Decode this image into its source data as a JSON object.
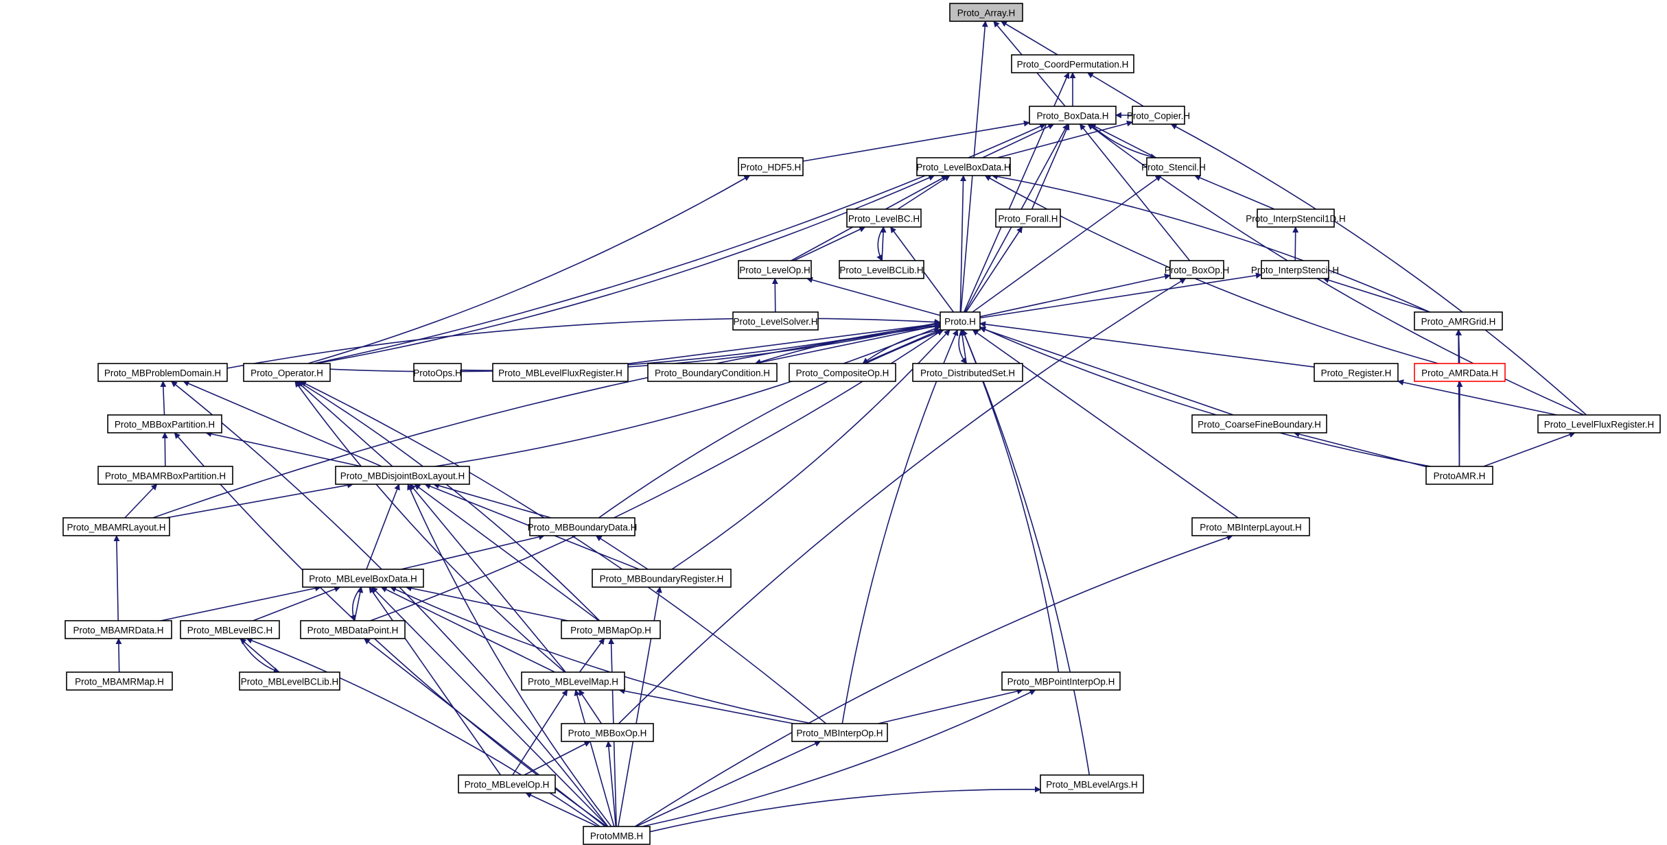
{
  "title": "Proto_Array.H include dependency graph",
  "colors": {
    "edge": "#191970",
    "root_fill": "#bfbfbf",
    "highlight_border": "#ff0000",
    "node_border": "#000000"
  },
  "nodes": [
    {
      "id": "array",
      "label": "Proto_Array.H",
      "type": "root"
    },
    {
      "id": "coordperm",
      "label": "Proto_CoordPermutation.H"
    },
    {
      "id": "boxdata",
      "label": "Proto_BoxData.H"
    },
    {
      "id": "copier",
      "label": "Proto_Copier.H"
    },
    {
      "id": "hdf5",
      "label": "Proto_HDF5.H"
    },
    {
      "id": "levelboxdata",
      "label": "Proto_LevelBoxData.H"
    },
    {
      "id": "stencil",
      "label": "Proto_Stencil.H"
    },
    {
      "id": "levelbc",
      "label": "Proto_LevelBC.H"
    },
    {
      "id": "forall",
      "label": "Proto_Forall.H"
    },
    {
      "id": "interpstencil1d",
      "label": "Proto_InterpStencil1D.H"
    },
    {
      "id": "levelop",
      "label": "Proto_LevelOp.H"
    },
    {
      "id": "levelbclib",
      "label": "Proto_LevelBCLib.H"
    },
    {
      "id": "boxop",
      "label": "Proto_BoxOp.H"
    },
    {
      "id": "interpstencil",
      "label": "Proto_InterpStencil.H"
    },
    {
      "id": "levelsolver",
      "label": "Proto_LevelSolver.H"
    },
    {
      "id": "proto",
      "label": "Proto.H"
    },
    {
      "id": "amrgrid",
      "label": "Proto_AMRGrid.H"
    },
    {
      "id": "mbproblemdomain",
      "label": "Proto_MBProblemDomain.H"
    },
    {
      "id": "operator",
      "label": "Proto_Operator.H"
    },
    {
      "id": "protoops",
      "label": "ProtoOps.H"
    },
    {
      "id": "mblevelfluxregister",
      "label": "Proto_MBLevelFluxRegister.H"
    },
    {
      "id": "boundarycondition",
      "label": "Proto_BoundaryCondition.H"
    },
    {
      "id": "compositeop",
      "label": "Proto_CompositeOp.H"
    },
    {
      "id": "distributedset",
      "label": "Proto_DistributedSet.H"
    },
    {
      "id": "register",
      "label": "Proto_Register.H"
    },
    {
      "id": "amrdata",
      "label": "Proto_AMRData.H",
      "type": "highlight"
    },
    {
      "id": "mbboxpartition",
      "label": "Proto_MBBoxPartition.H"
    },
    {
      "id": "coarsefineboundary",
      "label": "Proto_CoarseFineBoundary.H"
    },
    {
      "id": "levelfluxregister",
      "label": "Proto_LevelFluxRegister.H"
    },
    {
      "id": "mbamrboxpartition",
      "label": "Proto_MBAMRBoxPartition.H"
    },
    {
      "id": "mbdisjointboxlayout",
      "label": "Proto_MBDisjointBoxLayout.H"
    },
    {
      "id": "protoamr",
      "label": "ProtoAMR.H"
    },
    {
      "id": "mbamrlayout",
      "label": "Proto_MBAMRLayout.H"
    },
    {
      "id": "mbboundarydata",
      "label": "Proto_MBBoundaryData.H"
    },
    {
      "id": "mbinterplayout",
      "label": "Proto_MBInterpLayout.H"
    },
    {
      "id": "mblevelboxdata",
      "label": "Proto_MBLevelBoxData.H"
    },
    {
      "id": "mbboundaryregister",
      "label": "Proto_MBBoundaryRegister.H"
    },
    {
      "id": "mbamrdata",
      "label": "Proto_MBAMRData.H"
    },
    {
      "id": "mblevelbc",
      "label": "Proto_MBLevelBC.H"
    },
    {
      "id": "mbdatapoint",
      "label": "Proto_MBDataPoint.H"
    },
    {
      "id": "mbmapop",
      "label": "Proto_MBMapOp.H"
    },
    {
      "id": "mbamrmap",
      "label": "Proto_MBAMRMap.H"
    },
    {
      "id": "mblevelbclib",
      "label": "Proto_MBLevelBCLib.H"
    },
    {
      "id": "mblevelmap",
      "label": "Proto_MBLevelMap.H"
    },
    {
      "id": "mbpointinterpop",
      "label": "Proto_MBPointInterpOp.H"
    },
    {
      "id": "mbboxop",
      "label": "Proto_MBBoxOp.H"
    },
    {
      "id": "mbinterpop",
      "label": "Proto_MBInterpOp.H"
    },
    {
      "id": "mblevelop",
      "label": "Proto_MBLevelOp.H"
    },
    {
      "id": "mblevelargs",
      "label": "Proto_MBLevelArgs.H"
    },
    {
      "id": "protommb",
      "label": "ProtoMMB.H"
    }
  ],
  "edges": [
    [
      "coordperm",
      "array"
    ],
    [
      "boxdata",
      "array"
    ],
    [
      "proto",
      "array"
    ],
    [
      "boxdata",
      "coordperm"
    ],
    [
      "copier",
      "coordperm"
    ],
    [
      "proto",
      "coordperm"
    ],
    [
      "copier",
      "boxdata"
    ],
    [
      "hdf5",
      "boxdata"
    ],
    [
      "levelboxdata",
      "boxdata"
    ],
    [
      "stencil",
      "boxdata"
    ],
    [
      "forall",
      "boxdata"
    ],
    [
      "boxop",
      "boxdata"
    ],
    [
      "proto",
      "boxdata"
    ],
    [
      "operator",
      "boxdata"
    ],
    [
      "levelfluxregister",
      "boxdata"
    ],
    [
      "levelfluxregister",
      "copier"
    ],
    [
      "levelboxdata",
      "copier"
    ],
    [
      "operator",
      "hdf5"
    ],
    [
      "levelbc",
      "levelboxdata"
    ],
    [
      "levelop",
      "levelboxdata"
    ],
    [
      "proto",
      "levelboxdata"
    ],
    [
      "amrgrid",
      "levelboxdata"
    ],
    [
      "amrdata",
      "levelboxdata"
    ],
    [
      "operator",
      "levelboxdata"
    ],
    [
      "proto",
      "stencil"
    ],
    [
      "interpstencil1d",
      "stencil"
    ],
    [
      "boxdata",
      "stencil"
    ],
    [
      "levelop",
      "levelbc"
    ],
    [
      "levelbclib",
      "levelbc"
    ],
    [
      "proto",
      "levelbc"
    ],
    [
      "levelbc",
      "levelbclib"
    ],
    [
      "proto",
      "forall"
    ],
    [
      "interpstencil",
      "interpstencil1d"
    ],
    [
      "levelsolver",
      "levelop"
    ],
    [
      "proto",
      "levelop"
    ],
    [
      "proto",
      "boxop"
    ],
    [
      "mbboxop",
      "boxop"
    ],
    [
      "proto",
      "interpstencil"
    ],
    [
      "amrgrid",
      "interpstencil"
    ],
    [
      "operator",
      "proto"
    ],
    [
      "mbproblemdomain",
      "proto"
    ],
    [
      "protoops",
      "proto"
    ],
    [
      "mblevelfluxregister",
      "proto"
    ],
    [
      "boundarycondition",
      "proto"
    ],
    [
      "compositeop",
      "proto"
    ],
    [
      "distributedset",
      "proto"
    ],
    [
      "register",
      "proto"
    ],
    [
      "coarsefineboundary",
      "proto"
    ],
    [
      "protoamr",
      "proto"
    ],
    [
      "mbdisjointboxlayout",
      "proto"
    ],
    [
      "mbamrlayout",
      "proto"
    ],
    [
      "mbdatapoint",
      "proto"
    ],
    [
      "mbboundarydata",
      "proto"
    ],
    [
      "mbboundaryregister",
      "proto"
    ],
    [
      "mbinterpop",
      "proto"
    ],
    [
      "mbpointinterpop",
      "proto"
    ],
    [
      "mbinterplayout",
      "proto"
    ],
    [
      "mblevelargs",
      "proto"
    ],
    [
      "proto",
      "distributedset"
    ],
    [
      "proto",
      "compositeop"
    ],
    [
      "proto",
      "boundarycondition"
    ],
    [
      "amrdata",
      "amrgrid"
    ],
    [
      "protoamr",
      "amrgrid"
    ],
    [
      "mbboxpartition",
      "mbproblemdomain"
    ],
    [
      "mbdisjointboxlayout",
      "mbproblemdomain"
    ],
    [
      "protommb",
      "mbproblemdomain"
    ],
    [
      "mbdisjointboxlayout",
      "operator"
    ],
    [
      "mbmapop",
      "operator"
    ],
    [
      "mblevelmap",
      "operator"
    ],
    [
      "mbinterpop",
      "operator"
    ],
    [
      "levelfluxregister",
      "register"
    ],
    [
      "protoamr",
      "amrdata"
    ],
    [
      "mbamrboxpartition",
      "mbboxpartition"
    ],
    [
      "mbdisjointboxlayout",
      "mbboxpartition"
    ],
    [
      "protommb",
      "mbboxpartition"
    ],
    [
      "protoamr",
      "coarsefineboundary"
    ],
    [
      "protoamr",
      "levelfluxregister"
    ],
    [
      "mbamrlayout",
      "mbamrboxpartition"
    ],
    [
      "mbamrlayout",
      "mbdisjointboxlayout"
    ],
    [
      "mbboundarydata",
      "mbdisjointboxlayout"
    ],
    [
      "mblevelboxdata",
      "mbdisjointboxlayout"
    ],
    [
      "mbboundaryregister",
      "mbdisjointboxlayout"
    ],
    [
      "mbmapop",
      "mbdisjointboxlayout"
    ],
    [
      "mblevelmap",
      "mbdisjointboxlayout"
    ],
    [
      "protommb",
      "mbdisjointboxlayout"
    ],
    [
      "mbamrdata",
      "mbamrlayout"
    ],
    [
      "mblevelboxdata",
      "mbboundarydata"
    ],
    [
      "mbboundaryregister",
      "mbboundarydata"
    ],
    [
      "protommb",
      "mbinterplayout"
    ],
    [
      "mbamrdata",
      "mblevelboxdata"
    ],
    [
      "mblevelbc",
      "mblevelboxdata"
    ],
    [
      "mbdatapoint",
      "mblevelboxdata"
    ],
    [
      "mbmapop",
      "mblevelboxdata"
    ],
    [
      "mblevelmap",
      "mblevelboxdata"
    ],
    [
      "mbinterpop",
      "mblevelboxdata"
    ],
    [
      "mblevelop",
      "mblevelboxdata"
    ],
    [
      "protommb",
      "mblevelboxdata"
    ],
    [
      "mblevelboxdata",
      "mbdatapoint"
    ],
    [
      "protommb",
      "mbboundaryregister"
    ],
    [
      "mbamrmap",
      "mbamrdata"
    ],
    [
      "mblevelbclib",
      "mblevelbc"
    ],
    [
      "protommb",
      "mblevelbc"
    ],
    [
      "mblevelbc",
      "mblevelbclib"
    ],
    [
      "protommb",
      "mbdatapoint"
    ],
    [
      "mblevelmap",
      "mbmapop"
    ],
    [
      "protommb",
      "mbmapop"
    ],
    [
      "mbboxop",
      "mblevelmap"
    ],
    [
      "mbinterpop",
      "mblevelmap"
    ],
    [
      "mblevelop",
      "mblevelmap"
    ],
    [
      "protommb",
      "mblevelmap"
    ],
    [
      "mbinterpop",
      "mbpointinterpop"
    ],
    [
      "protommb",
      "mbpointinterpop"
    ],
    [
      "mblevelop",
      "mbboxop"
    ],
    [
      "protommb",
      "mbboxop"
    ],
    [
      "protommb",
      "mbinterpop"
    ],
    [
      "protommb",
      "mblevelop"
    ],
    [
      "protommb",
      "mblevelargs"
    ]
  ]
}
